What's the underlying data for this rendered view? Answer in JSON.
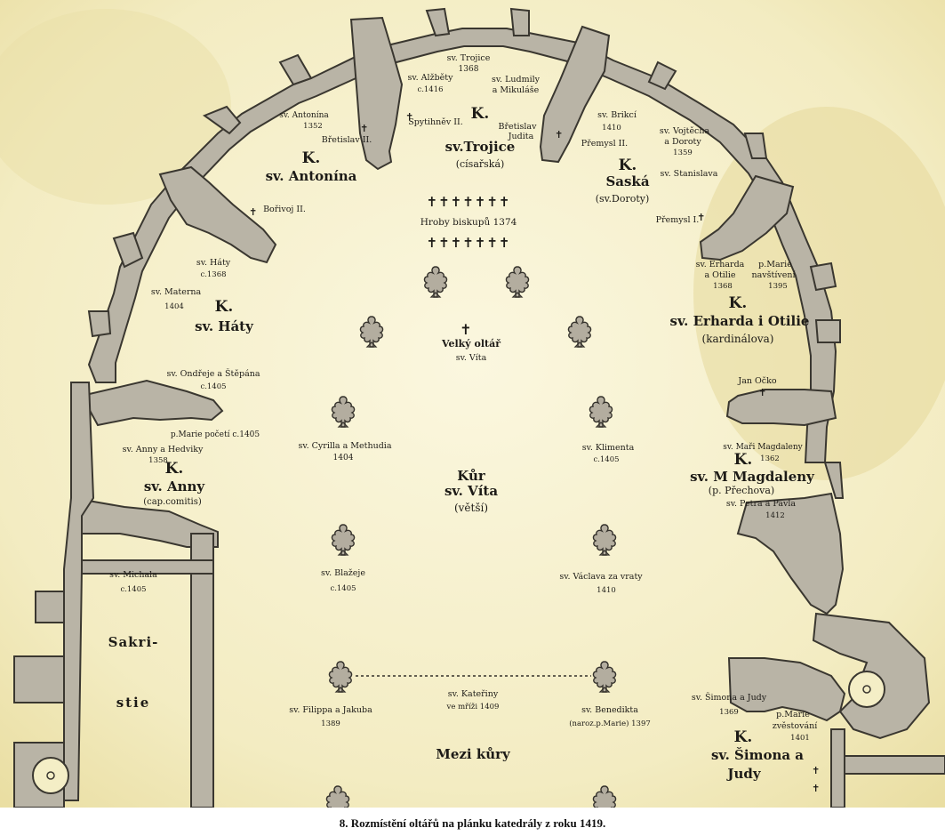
{
  "caption": "8. Rozmístění oltářů na plánku katedrály z roku 1419.",
  "chapels": {
    "antonina_k": "K.",
    "antonina": "sv. Antonína",
    "trojice_k": "K.",
    "trojice": "sv.Trojice",
    "trojice_sub": "(císařská)",
    "saska_k": "K.",
    "saska": "Saská",
    "saska_sub": "(sv.Doroty)",
    "haty_k": "K.",
    "haty": "sv. Háty",
    "erharda_k": "K.",
    "erharda": "sv. Erharda i Otilie",
    "erharda_sub": "(kardinálova)",
    "anny_k": "K.",
    "anny": "sv. Anny",
    "anny_sub": "(cap.comitis)",
    "magdaleny_k": "K.",
    "magdaleny": "sv. M Magdaleny",
    "magdaleny_sub": "(p. Přechova)",
    "simona_k": "K.",
    "simona_1": "sv. Šimona a",
    "simona_2": "Judy",
    "sakristie_1": "Sakri-",
    "sakristie_2": "stie",
    "kur_1": "Kůr",
    "kur_2": "sv. Víta",
    "kur_3": "(větší)",
    "mezi_kury": "Mezi kůry",
    "hroby": "Hroby biskupů 1374",
    "crosses": "✝✝✝✝✝✝✝"
  },
  "altars": {
    "trojice_1": "sv. Trojice",
    "trojice_2": "1368",
    "alzbety_1": "sv. Alžběty",
    "alzbety_2": "c.1416",
    "ludmily_1": "sv. Ludmily",
    "ludmily_2": "a Mikuláše",
    "spytihnev": "Spytihněv II.",
    "bretislav_judita_1": "Břetislav",
    "bretislav_judita_2": "Judita",
    "antonina_1": "sv. Antonína",
    "antonina_2": "1352",
    "bretislav2": "Břetislav II.",
    "borivoj": "Bořivoj II.",
    "brikci_1": "sv. Brikcí",
    "brikci_2": "1410",
    "premysl2": "Přemysl II.",
    "vojtecha_1": "sv. Vojtěcha",
    "vojtecha_2": "a Doroty",
    "vojtecha_3": "1359",
    "stanislava": "sv. Stanislava",
    "premysl1": "Přemysl I.",
    "haty_1": "sv. Háty",
    "haty_2": "c.1368",
    "materna_1": "sv. Materna",
    "materna_2": "1404",
    "erharda_1": "sv. Erharda",
    "erharda_2": "a Otilie",
    "erharda_3": "1368",
    "marie_navst_1": "p.Marie",
    "marie_navst_2": "navštívení",
    "marie_navst_3": "1395",
    "velky_1": "Velký oltář",
    "velky_2": "sv. Víta",
    "ondreje_1": "sv. Ondřeje a Štěpána",
    "ondreje_2": "c.1405",
    "jan_ocko": "Jan Očko",
    "marie_pocet": "p.Marie početí c.1405",
    "anny_hedviky_1": "sv. Anny a Hedviky",
    "anny_hedviky_2": "1358",
    "cyrilla_1": "sv. Cyrilla a Methudia",
    "cyrilla_2": "1404",
    "klimenta_1": "sv. Klimenta",
    "klimenta_2": "c.1405",
    "magdaleny_1": "sv. Maři Magdaleny",
    "magdaleny_2": "1362",
    "petra_1": "sv. Petra a Pavla",
    "petra_2": "1412",
    "michala_1": "sv. Michala",
    "michala_2": "c.1405",
    "blazeje_1": "sv. Blažeje",
    "blazeje_2": "c.1405",
    "vaclava_1": "sv. Václava za vraty",
    "vaclava_2": "1410",
    "kateriny_1": "sv. Kateřiny",
    "kateriny_2": "ve mříži 1409",
    "filippa_1": "sv. Filippa a Jakuba",
    "filippa_2": "1389",
    "benedikta_1": "sv. Benedikta",
    "benedikta_2": "(naroz.p.Marie) 1397",
    "simona_1": "sv. Šimona a Judy",
    "simona_2": "1369",
    "marie_zvest_1": "p.Marie",
    "marie_zvest_2": "zvěstování",
    "marie_zvest_3": "1401"
  },
  "colors": {
    "paper": "#f4eec6",
    "wall": "#b9b4a6",
    "ink": "#1d1b17",
    "stain": "#e6d89a"
  }
}
